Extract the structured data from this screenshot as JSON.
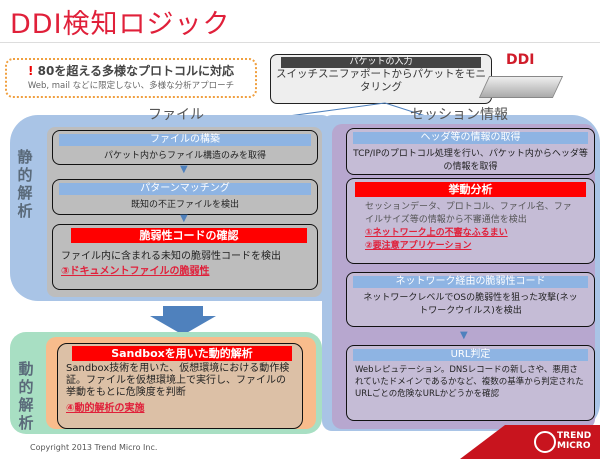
{
  "title": "DDI検知ロジック",
  "callout": {
    "mark": "!",
    "headline": "80を超える多様なプロトコルに対応",
    "sub": "Web, mail などに限定しない、多様な分析アプローチ"
  },
  "packet_input": {
    "header": "パケットの入力",
    "body": "スイッチスニファポートからパケットをモニタリング"
  },
  "device_label": "DDI",
  "sections": {
    "file": "ファイル",
    "session": "セッション情報",
    "static": "静的解析",
    "dynamic": "動的解析"
  },
  "file_steps": [
    {
      "title": "ファイルの構築",
      "desc": "パケット内からファイル構造のみを取得"
    },
    {
      "title": "パターンマッチング",
      "desc": "既知の不正ファイルを検出"
    },
    {
      "title": "脆弱性コードの確認",
      "desc": "ファイル内に含まれる未知の脆弱性コードを検出",
      "link": "③ドキュメントファイルの脆弱性"
    }
  ],
  "session_steps": [
    {
      "title": "ヘッダ等の情報の取得",
      "desc": "TCP/IPのプロトコル処理を行い、パケット内からヘッダ等の情報を取得"
    },
    {
      "title": "挙動分析",
      "desc": "セッションデータ、プロトコル、ファイル名、ファイルサイズ等の情報から不審通信を検出",
      "link1": "①ネットワーク上の不審なふるまい",
      "link2": "②要注意アプリケーション"
    },
    {
      "title": "ネットワーク経由の脆弱性コード",
      "desc": "ネットワークレベルでOSの脆弱性を狙った攻撃(ネットワークウイルス)を検出"
    },
    {
      "title": "URL判定",
      "desc": "Webレピュテーション。DNSレコードの新しさや、悪用されていたドメインであるかなど、複数の基準から判定されたURLごとの危険なURLかどうかを確認"
    }
  ],
  "sandbox": {
    "title": "Sandboxを用いた動的解析",
    "desc": "Sandbox技術を用いた、仮想環境における動作検証。ファイルを仮想環境上で実行し、ファイルの挙動をもとに危険度を判断",
    "link": "④動的解析の実施"
  },
  "copyright": "Copyright 2013 Trend Micro Inc.",
  "logo": "TREND MICRO",
  "colors": {
    "accent": "#e0203a",
    "header_blue": "#8eb4e3",
    "alert_red": "#ff0000"
  }
}
